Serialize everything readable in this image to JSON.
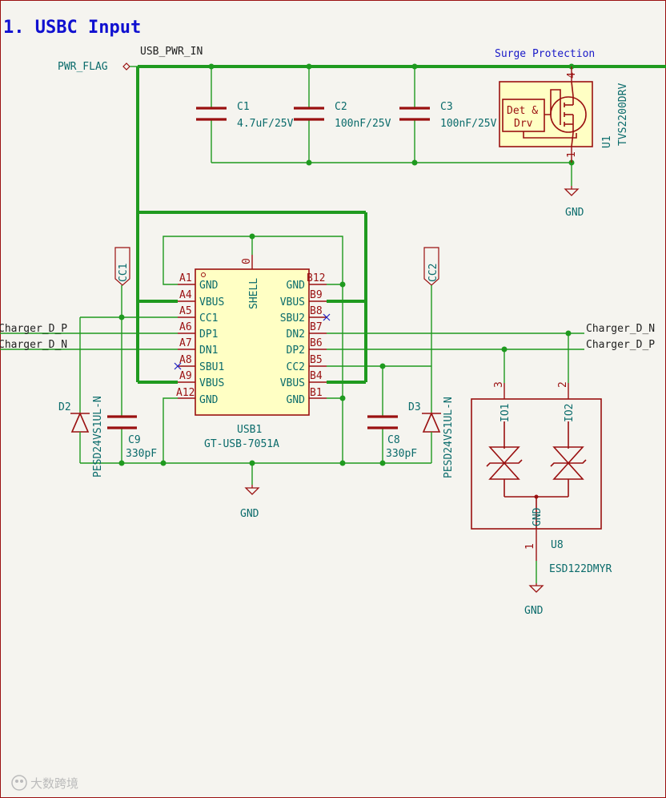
{
  "sheet_title": "1. USBC Input",
  "net_labels": {
    "pwr_flag": "PWR_FLAG",
    "usb_pwr_in": "USB_PWR_IN",
    "surge_protection": "Surge Protection",
    "charger_dp_left": "Charger_D_P",
    "charger_dn_left": "Charger_D_N",
    "charger_dn_right": "Charger_D_N",
    "charger_dp_right": "Charger_D_P"
  },
  "gnd_label": "GND",
  "capacitors": [
    {
      "ref": "C1",
      "value": "4.7uF/25V"
    },
    {
      "ref": "C2",
      "value": "100nF/25V"
    },
    {
      "ref": "C3",
      "value": "100nF/25V"
    },
    {
      "ref": "C9",
      "value": "330pF"
    },
    {
      "ref": "C8",
      "value": "330pF"
    }
  ],
  "u1": {
    "ref": "U1",
    "value": "TVS2200DRV",
    "block_line1": "Det &",
    "block_line2": "Drv",
    "pin_top": "4",
    "pin_bottom": "1"
  },
  "usb1": {
    "ref": "USB1",
    "value": "GT-USB-7051A",
    "shell_name": "SHELL",
    "shell_num": "0",
    "left_pins": [
      {
        "num": "A1",
        "name": "GND"
      },
      {
        "num": "A4",
        "name": "VBUS"
      },
      {
        "num": "A5",
        "name": "CC1"
      },
      {
        "num": "A6",
        "name": "DP1"
      },
      {
        "num": "A7",
        "name": "DN1"
      },
      {
        "num": "A8",
        "name": "SBU1"
      },
      {
        "num": "A9",
        "name": "VBUS"
      },
      {
        "num": "A12",
        "name": "GND"
      }
    ],
    "right_pins": [
      {
        "num": "B12",
        "name": "GND"
      },
      {
        "num": "B9",
        "name": "VBUS"
      },
      {
        "num": "B8",
        "name": "SBU2"
      },
      {
        "num": "B7",
        "name": "DN2"
      },
      {
        "num": "B6",
        "name": "DP2"
      },
      {
        "num": "B5",
        "name": "CC2"
      },
      {
        "num": "B4",
        "name": "VBUS"
      },
      {
        "num": "B1",
        "name": "GND"
      }
    ]
  },
  "cc_flags": {
    "cc1": "CC1",
    "cc2": "CC2"
  },
  "diodes": [
    {
      "ref": "D2",
      "value": "PESD24VS1UL-N"
    },
    {
      "ref": "D3",
      "value": "PESD24VS1UL-N"
    }
  ],
  "u8": {
    "ref": "U8",
    "value": "ESD122DMYR",
    "pin_io1_num": "3",
    "pin_io2_num": "2",
    "pin_io1_name": "IO1",
    "pin_io2_name": "IO2",
    "pin_gnd_name": "GND",
    "pin_gnd_num": "1"
  },
  "watermark": "大数跨境",
  "colors": {
    "wire": "#1f9a1f",
    "symbol": "#9a1010",
    "symbol_fill": "#ffffc4",
    "ref_text": "#0a6b6b",
    "title": "#1010d0",
    "background": "#f5f4ef"
  }
}
